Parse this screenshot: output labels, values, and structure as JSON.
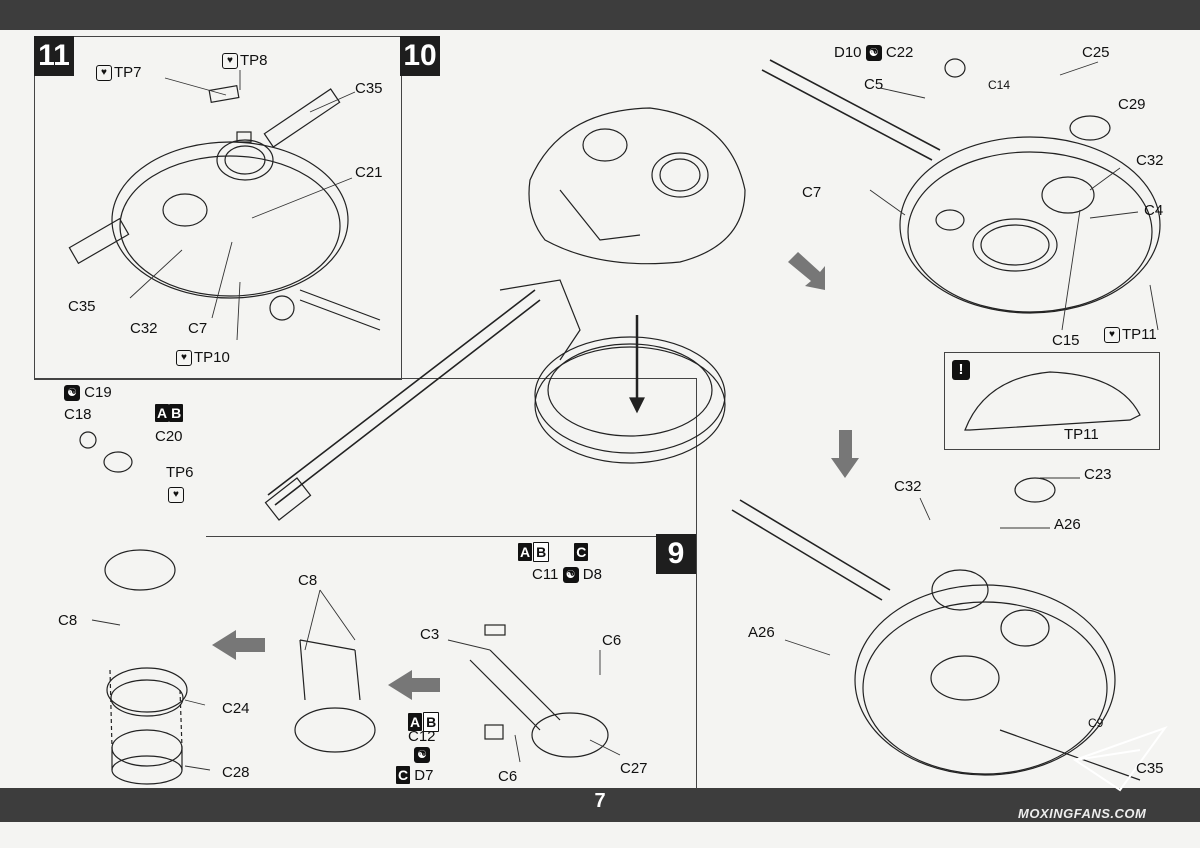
{
  "page": {
    "number": "7",
    "watermark": "MOXINGFANS.COM"
  },
  "steps": {
    "step11": {
      "number": "11",
      "labels": {
        "tp7": "TP7",
        "tp8": "TP8",
        "c35_top": "C35",
        "c21": "C21",
        "c35_left": "C35",
        "c32": "C32",
        "c7": "C7",
        "tp10": "TP10"
      }
    },
    "step10": {
      "number": "10"
    },
    "step9": {
      "number": "9",
      "labels": {
        "c11": "C11",
        "d8": "D8",
        "c3": "C3",
        "c6_top": "C6",
        "c12": "C12",
        "d7": "D7",
        "c6_bottom": "C6",
        "c27": "C27",
        "c8": "C8"
      }
    },
    "left_assembly": {
      "labels": {
        "c19": "C19",
        "c18": "C18",
        "c20": "C20",
        "tp6": "TP6",
        "c8": "C8",
        "c24": "C24",
        "c28": "C28"
      }
    },
    "upper_right": {
      "labels": {
        "d10": "D10",
        "c22": "C22",
        "c25": "C25",
        "c5": "C5",
        "c14": "C14",
        "c29": "C29",
        "c32": "C32",
        "c7": "C7",
        "c4": "C4",
        "c15": "C15",
        "tp11": "TP11"
      }
    },
    "caution": {
      "label": "TP11"
    },
    "lower_right": {
      "labels": {
        "c32": "C32",
        "c23": "C23",
        "a26_right": "A26",
        "a26_left": "A26",
        "c9": "C9",
        "c35": "C35"
      }
    }
  },
  "markers": {
    "A": "A",
    "B": "B",
    "C": "C",
    "warning": "!",
    "tp_icon": "heart-break-icon",
    "yinyang": "yin-yang-icon"
  }
}
